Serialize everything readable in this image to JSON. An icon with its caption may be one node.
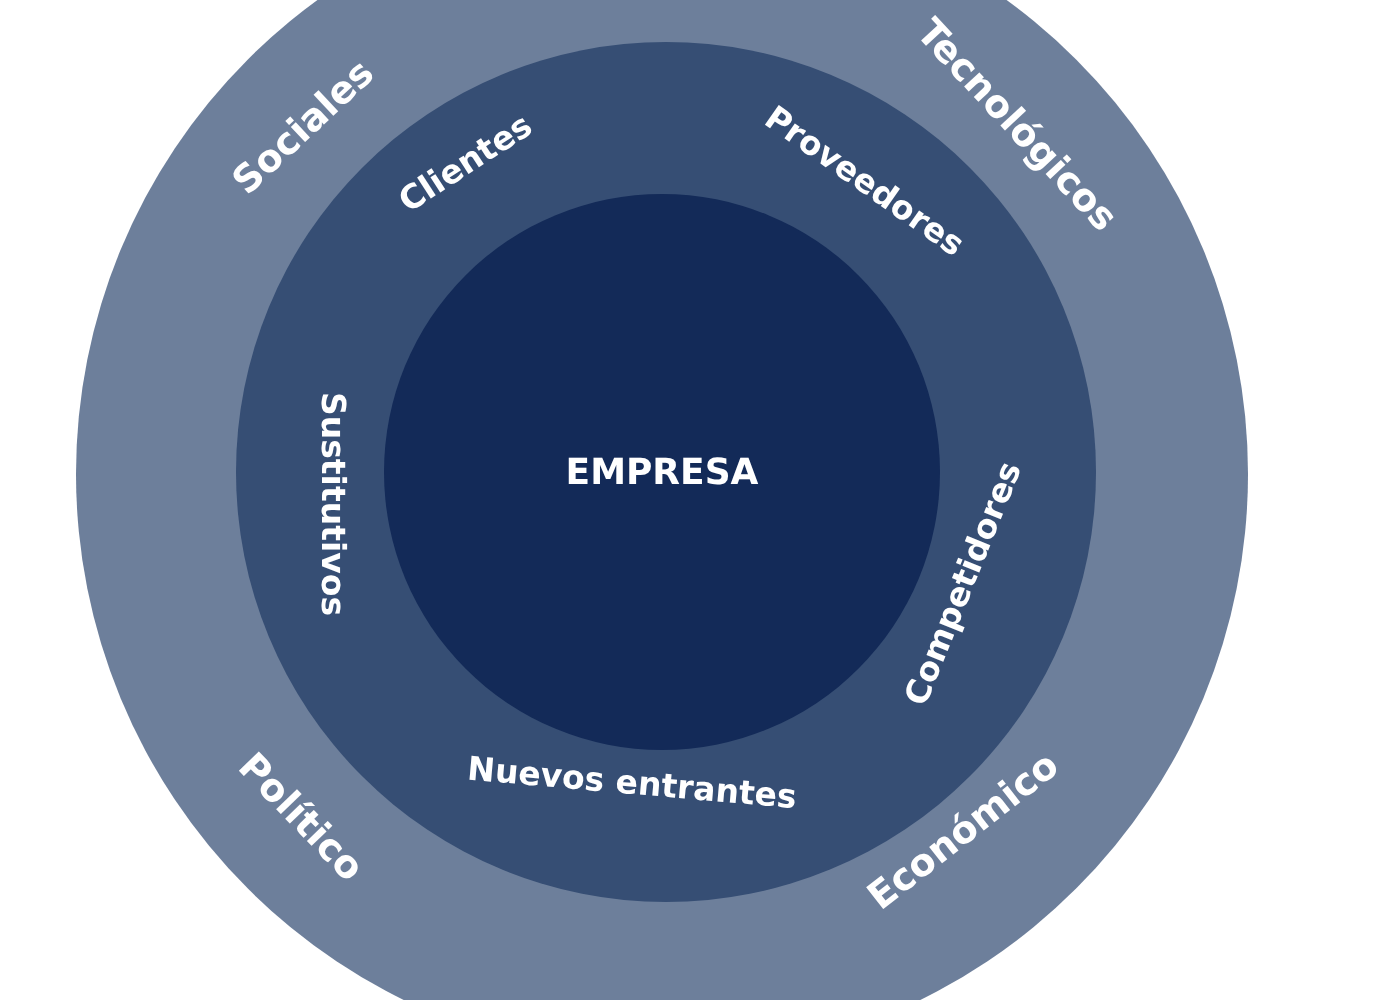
{
  "diagram": {
    "nodes": [
      {
        "text": [],
        "shape": "circle"
      },
      {
        "text": [
          "Clientes",
          "Proveedores",
          "Sustitutivos",
          "Competidores",
          "Nuevos entrantes"
        ],
        "in": 0
      },
      {
        "text": [
          "EMPRESA"
        ],
        "in": 1
      }
    ],
    "labels": [
      "Sociales",
      "Tecnológicos",
      "Político",
      "Económico"
    ]
  }
}
